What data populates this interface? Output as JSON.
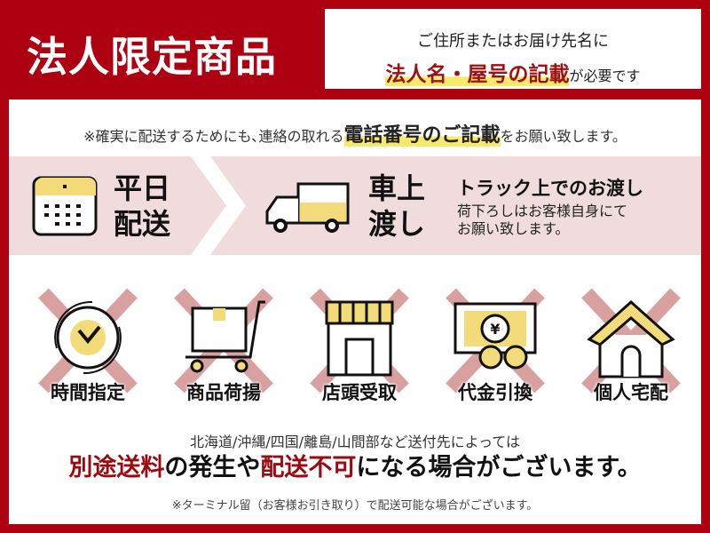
{
  "header": {
    "title": "法人限定商品",
    "notice_line1": "ご住所またはお届け先名に",
    "notice_highlight": "法人名・屋号の記載",
    "notice_suffix": "が必要です"
  },
  "phone_note": {
    "prefix": "※確実に配送するためにも､連絡の取れる",
    "highlight": "電話番号のご記載",
    "suffix": "をお願い致します。"
  },
  "delivery": {
    "weekday": {
      "line1": "平日",
      "line2": "配送"
    },
    "truck": {
      "line1": "車上",
      "line2": "渡し",
      "title": "トラック上でのお渡し",
      "desc1": "荷下ろしはお客様自身にて",
      "desc2": "お願い致します。"
    }
  },
  "unavailable": [
    {
      "label": "時間指定",
      "icon": "clock-icon"
    },
    {
      "label": "商品荷揚",
      "icon": "cart-icon"
    },
    {
      "label": "店頭受取",
      "icon": "store-icon"
    },
    {
      "label": "代金引換",
      "icon": "yen-cash-icon"
    },
    {
      "label": "個人宅配",
      "icon": "house-icon"
    }
  ],
  "footer": {
    "line1": "北海道/沖縄/四国/離島/山間部など送付先によっては",
    "red1": "別途送料",
    "mid1": "の発生や",
    "red2": "配送不可",
    "end": "になる場合がございます。",
    "line3": "※ターミナル留（お客様お引き取り）で配送可能な場合がございます。"
  },
  "colors": {
    "brand_red": "#ad0010",
    "highlight_yellow": "#f7ea6a",
    "cross_pink": "#d9a0a0",
    "band_pink": "#f0dcdc"
  }
}
